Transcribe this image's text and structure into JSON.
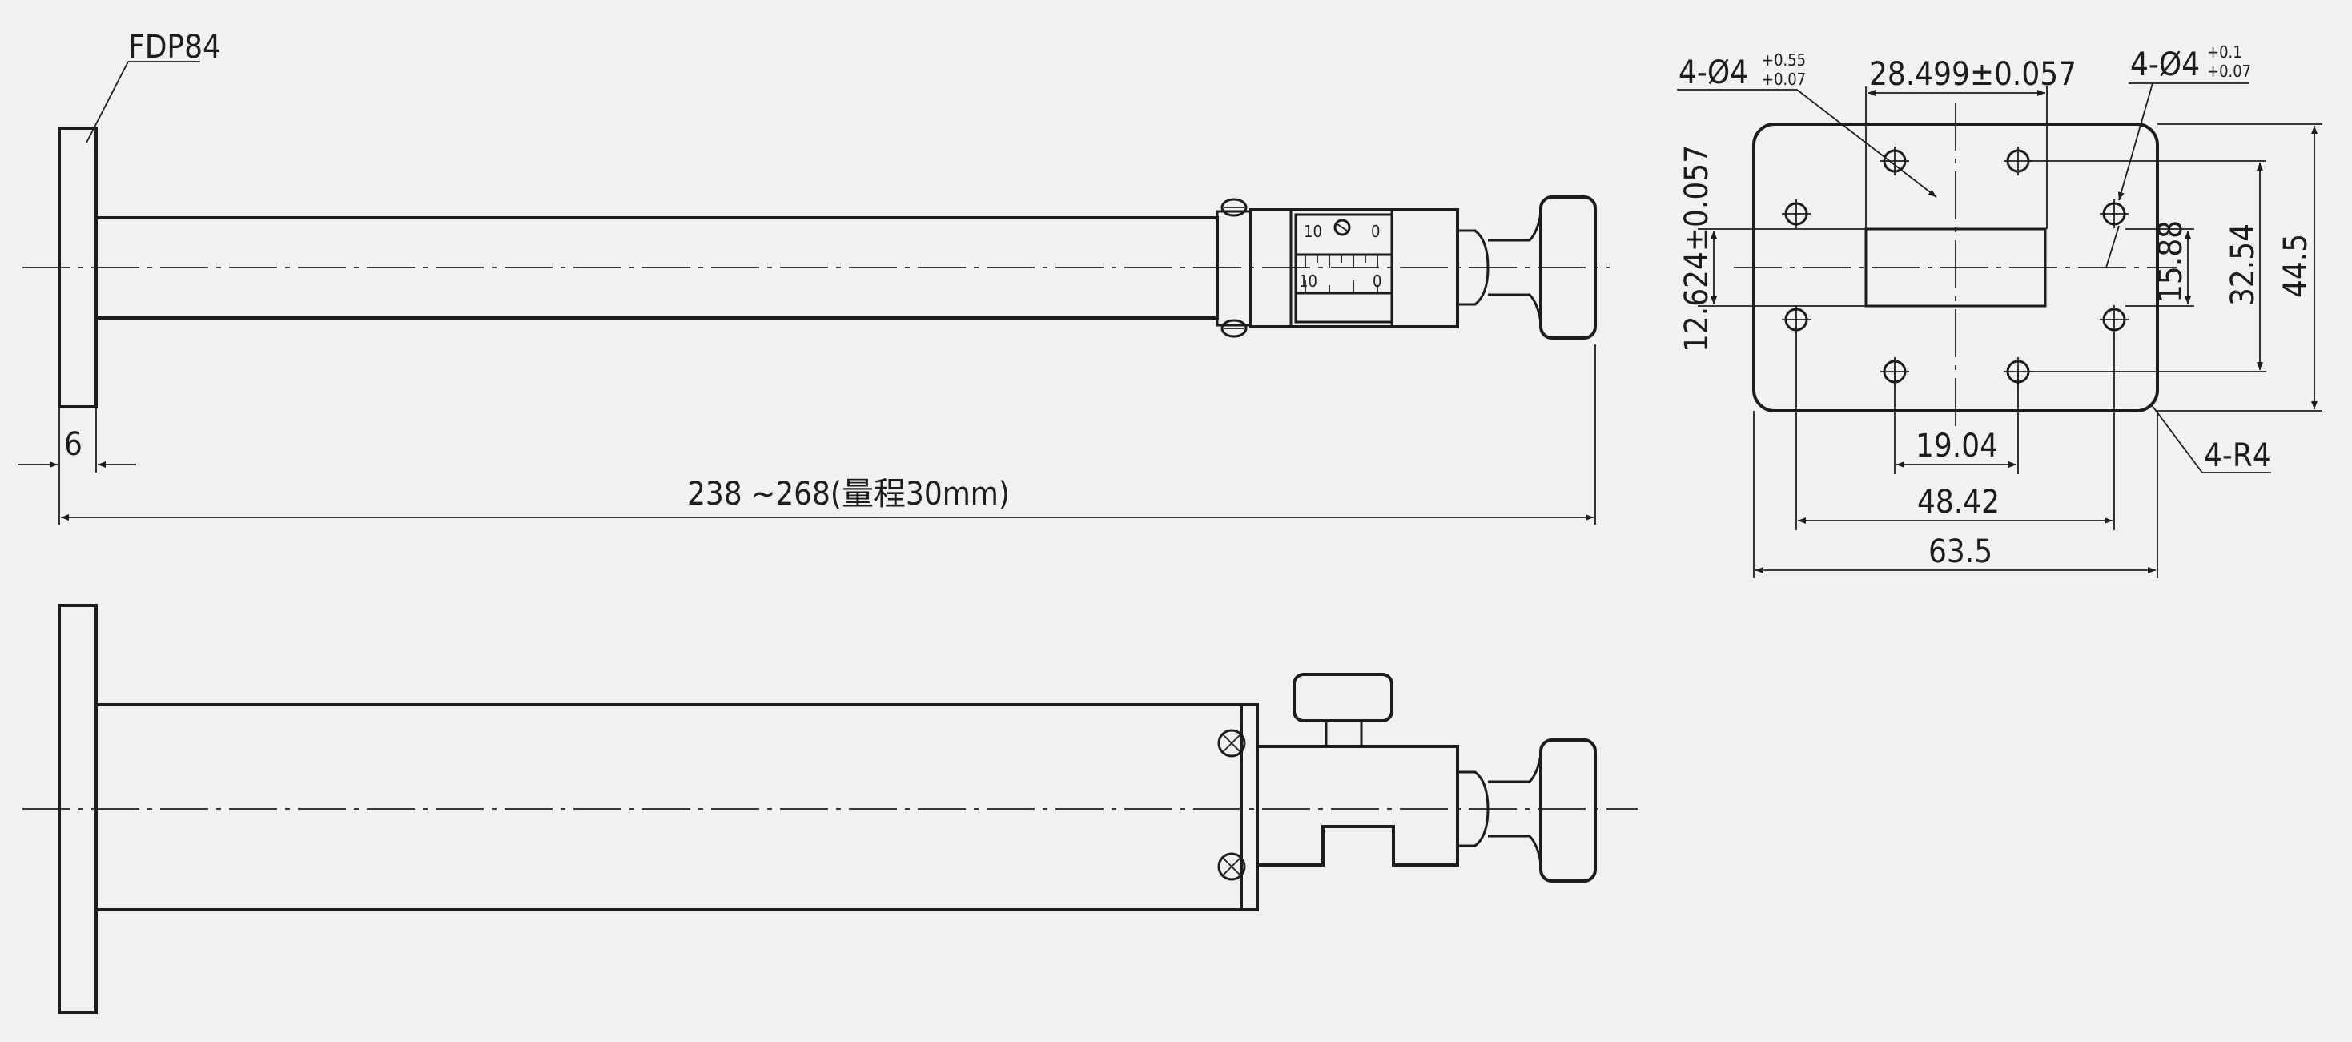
{
  "labels": {
    "flange_model": "FDP84",
    "flange_thickness": "6",
    "overall_length": "238 ~268(量程30mm)"
  },
  "micrometer": {
    "scale_top_left": "10",
    "scale_top_right": "0",
    "scale_bottom_left": "10",
    "scale_bottom_right": "0"
  },
  "flange_view": {
    "hole_top_left": {
      "count": "4-Ø4",
      "tol_upper": "+0.55",
      "tol_lower": "+0.07"
    },
    "hole_top_right": {
      "count": "4-Ø4",
      "tol_upper": "+0.1",
      "tol_lower": "+0.07"
    },
    "dims": {
      "hole_spacing_top": "28.499±0.057",
      "hole_spacing_vertical": "12.624±0.057",
      "aperture_height": "15.88",
      "hole_rows": "32.54",
      "flange_height": "44.5",
      "hole_spacing_bottom": "19.04",
      "hole_columns": "48.42",
      "flange_width": "63.5",
      "corner_radius": "4-R4"
    }
  },
  "colors": {
    "paper": "#f1f1f4",
    "ink": "#1c1c1c"
  }
}
